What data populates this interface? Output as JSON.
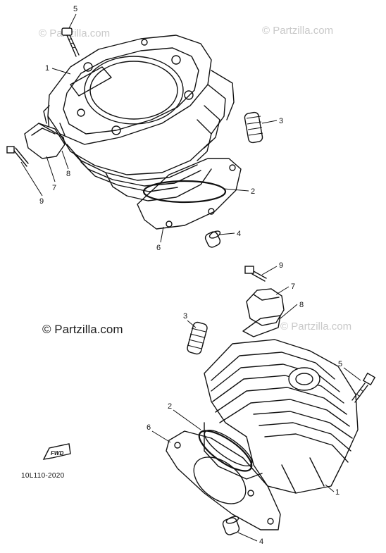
{
  "watermarks": {
    "top_left": "© Partzilla.com",
    "top_right": "© Partzilla.com",
    "center_left": "© Partzilla.com",
    "center_right": "© Partzilla.com"
  },
  "callouts": {
    "top_5": "5",
    "top_1": "1",
    "top_3": "3",
    "top_8": "8",
    "top_7": "7",
    "top_9": "9",
    "top_2": "2",
    "top_4": "4",
    "top_6": "6",
    "bot_9": "9",
    "bot_7": "7",
    "bot_8": "8",
    "bot_3": "3",
    "bot_5": "5",
    "bot_2": "2",
    "bot_6": "6",
    "bot_4": "4",
    "bot_1": "1"
  },
  "fwd_label": "FWD",
  "part_code": "10L110-2020"
}
